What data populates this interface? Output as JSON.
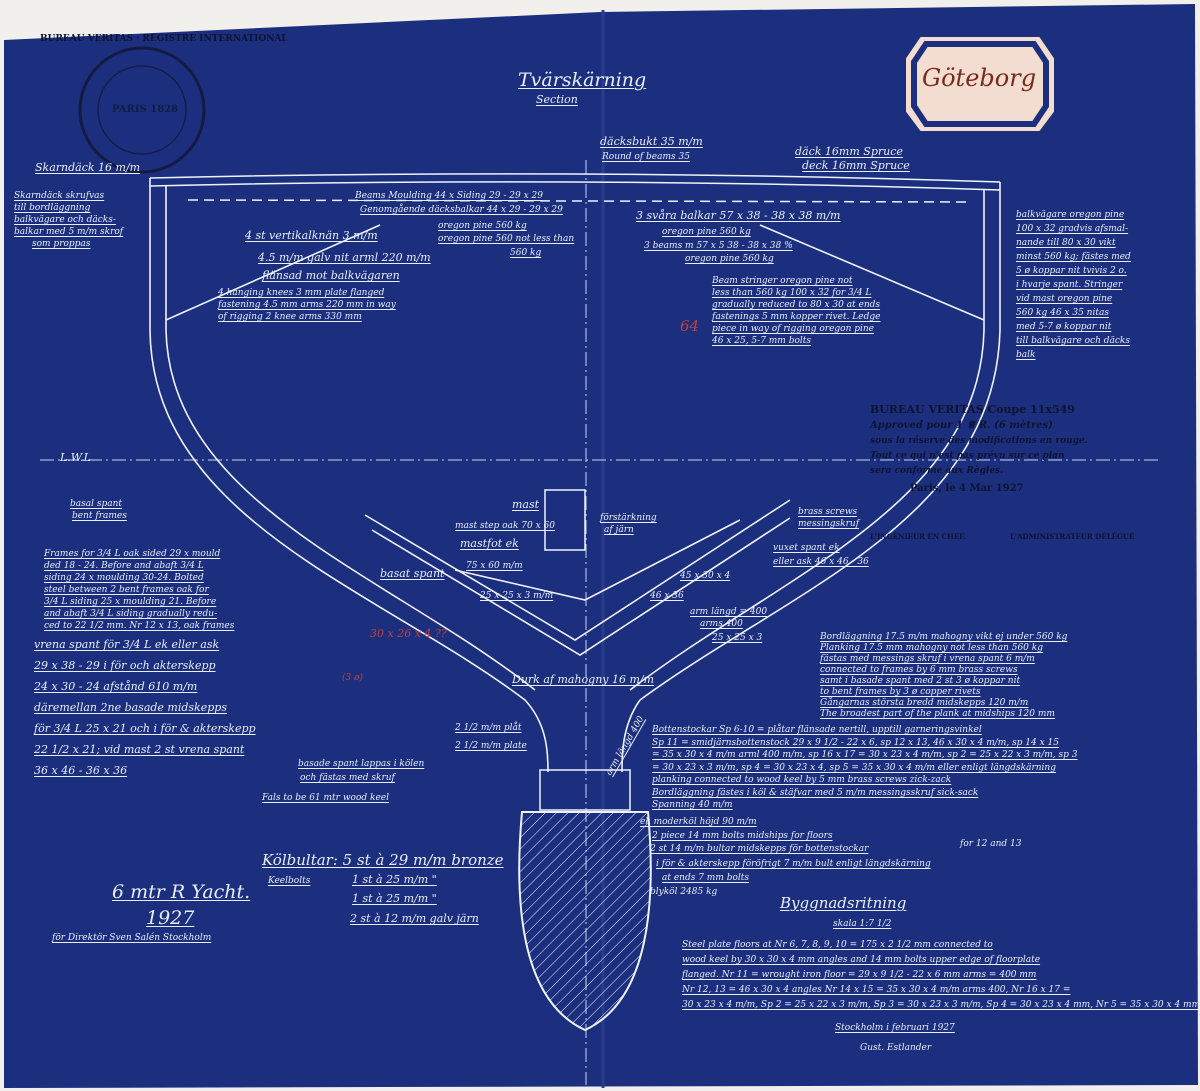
{
  "colors": {
    "paper": "#1c2f7e",
    "ink": "#e9eef8",
    "label": "#f3ddd0",
    "stamp": "#111633",
    "red": "#c0403a"
  },
  "title": {
    "main": "Tvärskärning",
    "sub": "Section"
  },
  "label": "Göteborg",
  "stamp": {
    "ring": "BUREAU VERITAS · REGISTRE INTERNATIONAL",
    "center": "PARIS 1828"
  },
  "left_notes": {
    "skarndack": "Skarndäck 16 m/m",
    "skruv": [
      "Skarndäck skrufvas",
      "till bordläggning",
      "balkvägare och däcks-",
      "balkar med 5 m/m skrof",
      "som proppas"
    ],
    "basal": [
      "basal spant",
      "bent frames"
    ],
    "frames": [
      "Frames for 3/4 L oak sided 29 x mould",
      "ded 18 - 24. Before and abaft 3/4 L",
      "siding 24 x moulding 30-24. Bolted",
      "steel between 2 bent frames oak for",
      "3/4 L siding 25 x moulding 21. Before",
      "and abaft 3/4 L siding gradually redu-",
      "ced to 22 1/2 mm. Nr 12 x 13, oak frames"
    ],
    "vrena": [
      "vrena spant för 3/4 L ek eller ask",
      "29 x 38 - 29 i för och akterskepp",
      "24 x 30 - 24 afstånd 610 m/m",
      "däremellan 2ne basade midskepps",
      "för 3/4 L 25 x 21 och i för & akterskepp",
      "22 1/2 x 21; vid mast 2 st vrena spant",
      "36 x 46 - 36 x 36"
    ],
    "basade": [
      "basade spant lappas i kölen",
      "och fästas med skruf"
    ],
    "fals": "Fals to be 61 mtr wood keel"
  },
  "top_notes": {
    "dacksbukt": "däcksbukt 35 m/m",
    "round": "Round of beams 35",
    "dack": "däck 16mm Spruce",
    "deck": "deck 16mm Spruce",
    "beams": "Beams Moulding 44 x Siding 29 - 29 x 29",
    "genom": "Genomgående däcksbalkar 44 x 29 - 29 x 29",
    "oregon1": "oregon pine 560 kg",
    "oregon2": "oregon pine 560 not less than",
    "kg": "560 kg",
    "vert": "4 st vertikalknän 3 m/m",
    "galv": "4.5 m/m galv nit arml 220 m/m",
    "flans": "flänsad mot balkvägaren",
    "hanging": [
      "4 hanging knees 3 mm plate flanged",
      "fastening 4.5 mm arms 220 mm in way",
      "of rigging 2 knee arms 330 mm"
    ],
    "svara": "3 svåra balkar 57 x 38 - 38 x 38 m/m",
    "svara_o": "oregon pine 560 kg",
    "beams3": "3 beams m 57 x 5 38 - 38 x 38 %",
    "beams3_o": "oregon pine 560 kg",
    "stringer": [
      "Beam stringer oregon pine not",
      "less than 560 kg 100 x 32 for 3/4 L",
      "gradually reduced to 80 x 30 at ends",
      "fastenings 5 mm kopper rivet. Ledge",
      "piece in way of rigging oregon pine",
      "46 x 25, 5-7 mm bolts"
    ],
    "red64": "64"
  },
  "right_notes": {
    "balk": [
      "balkvägare oregon pine",
      "100 x 32 gradvis afsmal-",
      "nande till 80 x 30 vikt",
      "minst 560 kg; fästes med",
      "5 ø koppar nit tvivis 2 o.",
      "i hvarje spant. Stringer",
      "vid mast oregon pine",
      "560 kg 46 x 35 nitas",
      "med 5-7 ø koppar nit",
      "till balkvägare och däcks",
      "balk"
    ],
    "approval": [
      "BUREAU VERITAS Coupe 11x549",
      "Approved pour 1 ♕ R. (6 mètres)",
      "sous la réserve des modifications en rouge.",
      "Tout ce qui n'est pas prévu sur ce plan",
      "sera conforme aux Règles.",
      "Paris, le 4 Mar 1927",
      "L'INGÉNIEUR EN CHEF.",
      "L'ADMINISTRATEUR DÉLÉGUÉ"
    ],
    "bord": [
      "Bordläggning 17.5 m/m mahogny vikt ej under 560 kg",
      "Planking 17.5 mm mahogny not less than 560 kg",
      "fästas med messings skruf i vrena spant 6 m/m",
      "connected to frames by 6 mm brass screws",
      "samt i basade spant med 2 st 3 ø koppar nit",
      "to bent frames by 3 ø copper rivets",
      "Gångarnas största bredd midskepps 120 m/m",
      "The broadest part of the plank at midships 120 mm"
    ],
    "botten": [
      "Bottenstockar Sp 6-10 = plåtar flänsade nertill, upptill garneringsvinkel",
      "Sp 11 = smidjärnsbottenstock 29 x 9 1/2 - 22 x 6, sp 12 x 13, 46 x 30 x 4 m/m, sp 14 x 15",
      "= 35 x 30 x 4 m/m arml 400 m/m, sp 16 x 17 = 30 x 23 x 4 m/m, sp 2 = 25 x 22 x 3 m/m, sp 3",
      "= 30 x 23 x 3 m/m, sp 4 = 30 x 23 x 4, sp 5 = 35 x 30 x 4 m/m eller enligt längdskärning",
      "planking connected to wood keel by 5 mm brass screws zick-zack",
      "Bordläggning fästes i köl & stäfvar med 5 m/m messingsskruf sick-sack",
      "Spanning 40 m/m"
    ]
  },
  "center_notes": {
    "mast": "mast",
    "mast_step": "mast step oak 70 x 60",
    "mastfot": "mastfot ek",
    "mastfot_dim": "75 x 60 m/m",
    "forstarkning": [
      "förstärkning",
      "af järn"
    ],
    "brass": [
      "brass screws",
      "messingskruf"
    ],
    "vuxet": [
      "vuxet spant ek",
      "eller ask 46 x 46 - 36"
    ],
    "basat": "basat spant",
    "dim1": "25 x 25 x 3 m/m",
    "dim2": "45 x 30 x 4",
    "dim3": "46 x 36",
    "arm": [
      "arm längd = 400",
      "arms 400"
    ],
    "dim4": "25 x 25 x 3",
    "durk": "Durk af mahogny 16 m/m",
    "plat": [
      "2 1/2 m/m plåt",
      "2 1/2 m/m plate"
    ],
    "armlangd": "arm längd 400",
    "red_center": [
      "30 x 26 x 4 ??",
      "(3 ø)"
    ],
    "lwl": "L.W.L"
  },
  "keel_notes": {
    "ek": "ek moderköl höjd 90 m/m",
    "bolts1": "2 piece 14 mm bolts midships for floors",
    "bultar": "2 st 14 m/m bultar midskepps för bottenstockar",
    "for1213": "for 12 and 13",
    "akter": "i för & akterskepp föröfrigt 7 m/m bult enligt längdskärning",
    "ends": "at ends 7 mm bolts",
    "blykol": "blyköl 2485 kg",
    "kolbultar": "Kölbultar: 5 st à 29 m/m bronze",
    "keelbolts": "Keelbolts",
    "rows": [
      "1 st à 25 m/m  \"",
      "1 st à 25 m/m  \"",
      "2 st à 12 m/m  galv järn"
    ]
  },
  "title_block": {
    "yacht": "6 mtr R Yacht.",
    "year": "1927",
    "owner": "för Direktör Sven Salén Stockholm",
    "bygg": "Byggnadsritning",
    "skala": "skala 1:7 1/2",
    "steel": [
      "Steel plate floors at Nr 6, 7, 8, 9, 10 = 175 x 2 1/2 mm connected to",
      "wood keel by 30 x 30 x 4 mm angles and 14 mm bolts upper edge of floorplate",
      "flanged. Nr 11 = wrought iron floor = 29 x 9 1/2 - 22 x 6 mm arms = 400 mm",
      "Nr 12, 13 = 46 x 30 x 4 angles Nr 14 x 15 = 35 x 30 x 4 m/m arms 400, Nr 16 x 17 =",
      "30 x 23 x 4 m/m, Sp 2 = 25 x 22 x 3 m/m, Sp 3 = 30 x 23 x 3 m/m, Sp 4 = 30 x 23 x 4 mm, Nr 5 = 35 x 30 x 4 mm"
    ],
    "place": "Stockholm i februari 1927",
    "signature": "Gust. Estlander"
  }
}
